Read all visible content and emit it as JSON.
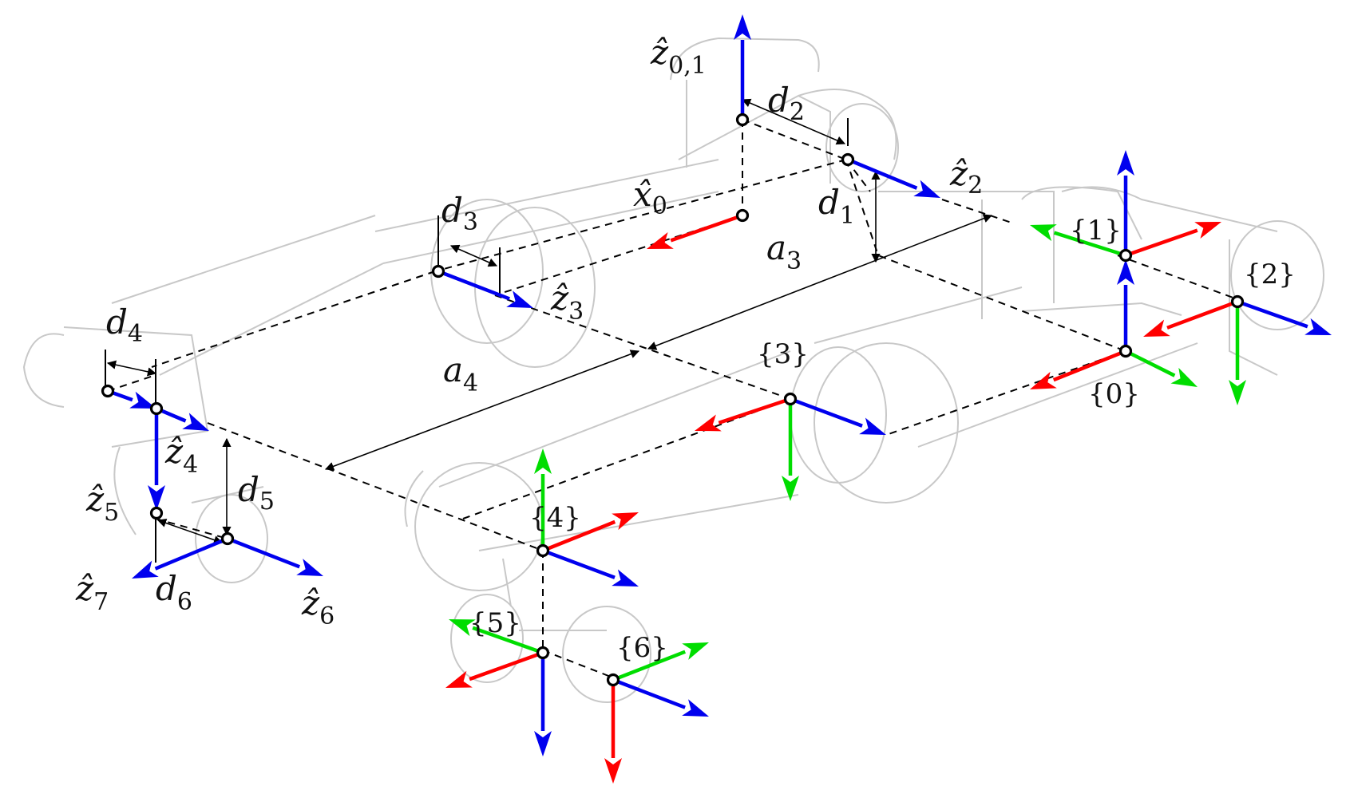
{
  "colors": {
    "x_axis": "#ff0000",
    "y_axis": "#00dd00",
    "z_axis": "#0000ee",
    "robot_outline": "#c8c8c8",
    "dimension": "#000000"
  },
  "frames": [
    {
      "id": "frame-0",
      "label": "{0}"
    },
    {
      "id": "frame-1",
      "label": "{1}"
    },
    {
      "id": "frame-2",
      "label": "{2}"
    },
    {
      "id": "frame-3",
      "label": "{3}"
    },
    {
      "id": "frame-4",
      "label": "{4}"
    },
    {
      "id": "frame-5",
      "label": "{5}"
    },
    {
      "id": "frame-6",
      "label": "{6}"
    }
  ],
  "axis_labels": {
    "z01": {
      "base": "ẑ",
      "sub": "0,1"
    },
    "x0": {
      "base": "x̂",
      "sub": "0"
    },
    "z2": {
      "base": "ẑ",
      "sub": "2"
    },
    "z3": {
      "base": "ẑ",
      "sub": "3"
    },
    "z4": {
      "base": "ẑ",
      "sub": "4"
    },
    "z5": {
      "base": "ẑ",
      "sub": "5"
    },
    "z6": {
      "base": "ẑ",
      "sub": "6"
    },
    "z7": {
      "base": "ẑ",
      "sub": "7"
    }
  },
  "dimensions": {
    "d1": {
      "base": "d",
      "sub": "1"
    },
    "d2": {
      "base": "d",
      "sub": "2"
    },
    "d3": {
      "base": "d",
      "sub": "3"
    },
    "d4": {
      "base": "d",
      "sub": "4"
    },
    "d5": {
      "base": "d",
      "sub": "5"
    },
    "d6": {
      "base": "d",
      "sub": "6"
    },
    "a3": {
      "base": "a",
      "sub": "3"
    },
    "a4": {
      "base": "a",
      "sub": "4"
    }
  }
}
